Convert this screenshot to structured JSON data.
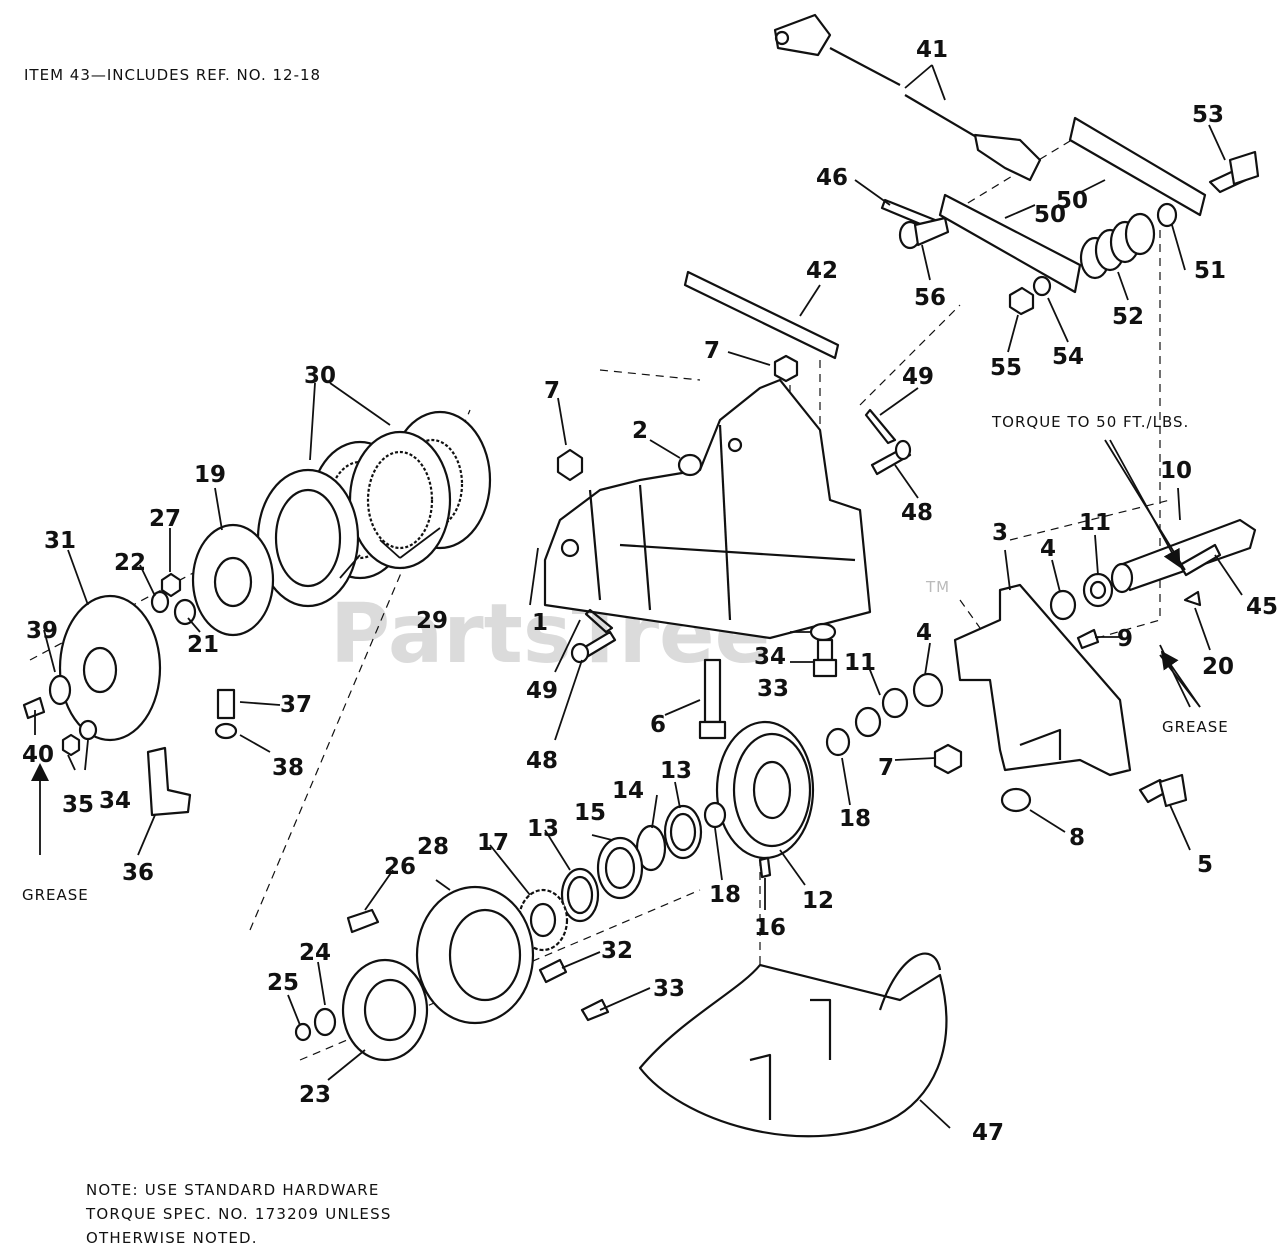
{
  "header_note": "ITEM 43—INCLUDES REF. NO. 12-18",
  "footer_note": [
    "NOTE: USE STANDARD HARDWARE",
    "TORQUE SPEC. NO. 173209 UNLESS",
    "OTHERWISE NOTED."
  ],
  "torque_note": "TORQUE TO 50 FT./LBS.",
  "grease_labels": [
    "GREASE",
    "GREASE"
  ],
  "watermark": "PartsTree",
  "watermark_tm": "TM",
  "callouts": [
    "1",
    "2",
    "3",
    "4",
    "4",
    "5",
    "6",
    "7",
    "7",
    "7",
    "8",
    "9",
    "10",
    "11",
    "11",
    "12",
    "13",
    "13",
    "14",
    "15",
    "16",
    "17",
    "18",
    "18",
    "19",
    "20",
    "21",
    "22",
    "23",
    "24",
    "25",
    "26",
    "27",
    "28",
    "29",
    "30",
    "31",
    "32",
    "33",
    "33",
    "34",
    "34",
    "35",
    "36",
    "37",
    "38",
    "39",
    "40",
    "41",
    "42",
    "45",
    "46",
    "47",
    "48",
    "48",
    "49",
    "49",
    "50",
    "50",
    "51",
    "52",
    "53",
    "54",
    "55",
    "56"
  ],
  "colors": {
    "line": "#111111",
    "watermark": "#cfcfcf",
    "background": "#ffffff"
  }
}
